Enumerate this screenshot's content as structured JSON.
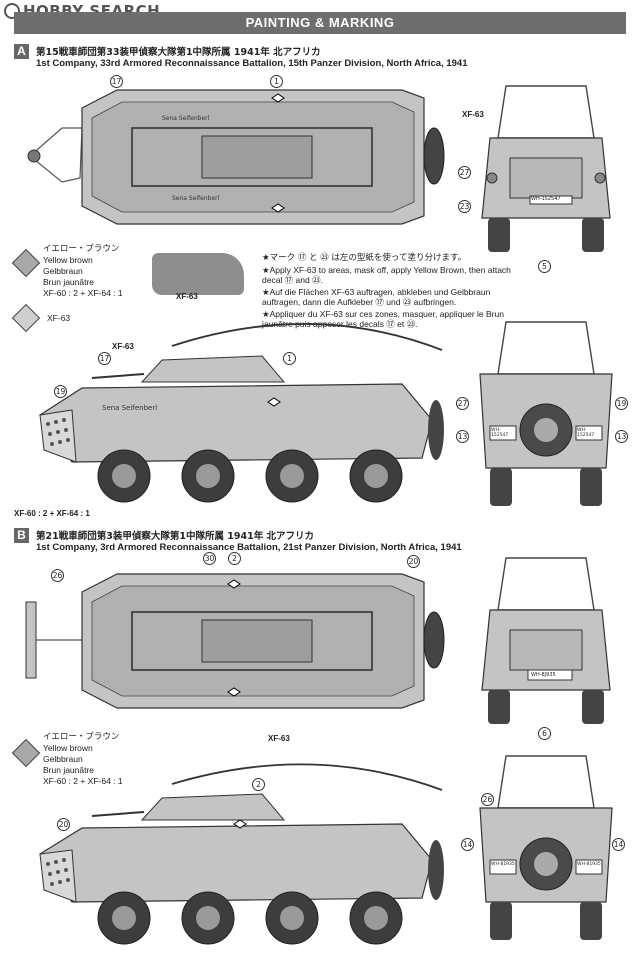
{
  "watermark": "HOBBY SEARCH",
  "header": {
    "title": "PAINTING & MARKING"
  },
  "sections": [
    {
      "letter": "A",
      "title_jp": "第15戦車師団第33装甲偵察大隊第1中隊所属 1941年 北アフリカ",
      "title_en": "1st Company, 33rd Armored Reconnaissance Battalion, 15th Panzer Division, North Africa, 1941",
      "top_callouts": [
        "17",
        "1"
      ],
      "front_callouts": [
        "27",
        "23",
        "5"
      ],
      "front_paint": "XF-63",
      "front_plate": "WH-152547",
      "side_callouts": [
        "17",
        "1",
        "19"
      ],
      "side_paint_top": "XF-63",
      "side_paint_turret": "XF-63",
      "side_paint_bottom": "XF-60 : 2 + XF-64 : 1",
      "side_name": "Sena Seifenberl",
      "rear_callouts": [
        "27",
        "13",
        "19",
        "13"
      ],
      "rear_plates": [
        "WH-152547",
        "WH-152547"
      ]
    },
    {
      "letter": "B",
      "title_jp": "第21戦車師団第3装甲偵察大隊第1中隊所属 1941年 北アフリカ",
      "title_en": "1st Company, 3rd Armored Reconnaissance Battalion, 21st Panzer Division, North Africa, 1941",
      "top_callouts": [
        "26",
        "30",
        "2",
        "20"
      ],
      "front_callouts": [
        "6"
      ],
      "front_plate": "WH-8J935",
      "side_callouts": [
        "2",
        "20"
      ],
      "side_paint_top": "XF-63",
      "rear_callouts": [
        "26",
        "14",
        "14"
      ],
      "rear_plates": [
        "WH-81935",
        "WH-81935"
      ]
    }
  ],
  "legend_a": {
    "jp": "イエロー・ブラウン",
    "en": "Yellow brown",
    "de": "Gelbbraun",
    "fr": "Brun jaunâtre",
    "mix": "XF-60 : 2 + XF-64 : 1",
    "grey": "XF-63"
  },
  "legend_b": {
    "jp": "イエロー・ブラウン",
    "en": "Yellow brown",
    "de": "Gelbbraun",
    "fr": "Brun jaunâtre",
    "mix": "XF-60 : 2 + XF-64 : 1"
  },
  "notes": {
    "jp": "★マーク ⑰ と ㉓ は左の型紙を使って塗り分けます。",
    "en": "★Apply XF-63 to areas, mask off, apply Yellow Brown, then attach decal ⑰ and ㉓.",
    "de": "★Auf die Flächen XF-63 auftragen, abkleben und Gelbbraun auftragen, dann die Aufkleber ⑰ und ㉓ aufbringen.",
    "fr": "★Appliquer du XF-63 sur ces zones, masquer, appliquer le Brun jaunâtre puis apposer les decals ⑰ et ㉓."
  }
}
